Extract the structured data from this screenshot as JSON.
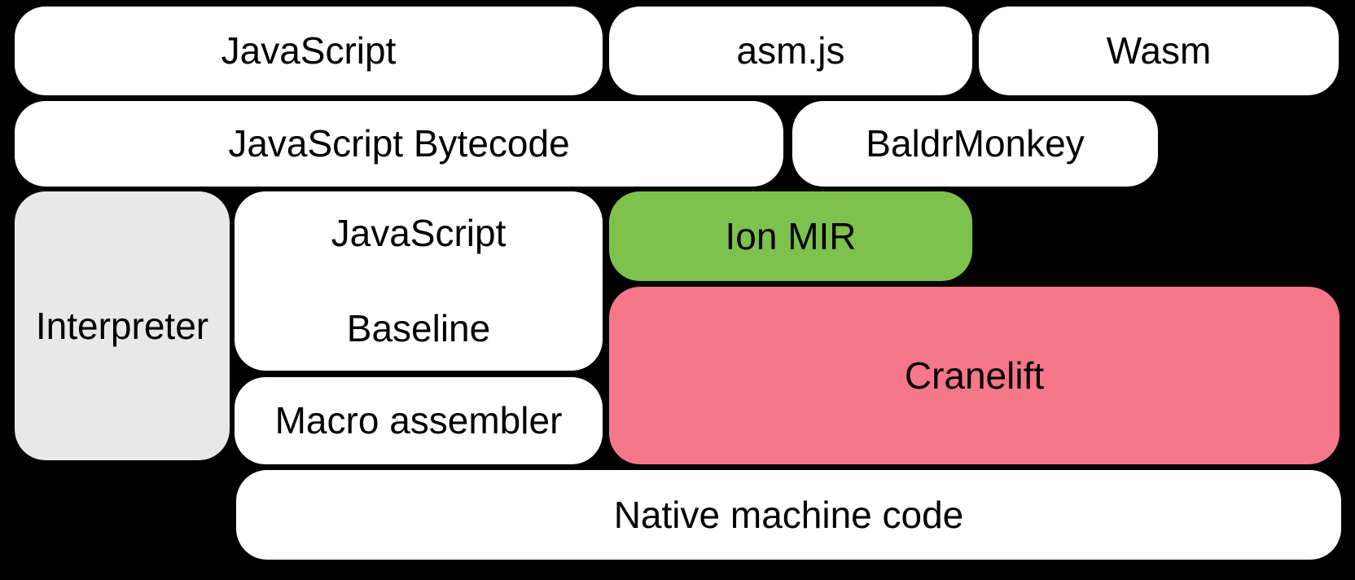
{
  "colors": {
    "canvas_background": "#000000",
    "box_default": "#ffffff",
    "interpreter_gray": "#e8e8e8",
    "ion_green": "#7ec24e",
    "cranelift_pink": "#f6778a",
    "label_text": "#000000"
  },
  "boxes": {
    "javascript": {
      "label": "JavaScript"
    },
    "asmjs": {
      "label": "asm.js"
    },
    "wasm": {
      "label": "Wasm"
    },
    "bytecode": {
      "label": "JavaScript Bytecode"
    },
    "baldrmonkey": {
      "label": "BaldrMonkey"
    },
    "interpreter": {
      "label": "Interpreter"
    },
    "baseline": {
      "line1": "JavaScript",
      "line2": "Baseline"
    },
    "ion_mir": {
      "label": "Ion MIR"
    },
    "cranelift": {
      "label": "Cranelift"
    },
    "macro_assembler": {
      "label": "Macro assembler"
    },
    "native_code": {
      "label": "Native machine code"
    }
  }
}
